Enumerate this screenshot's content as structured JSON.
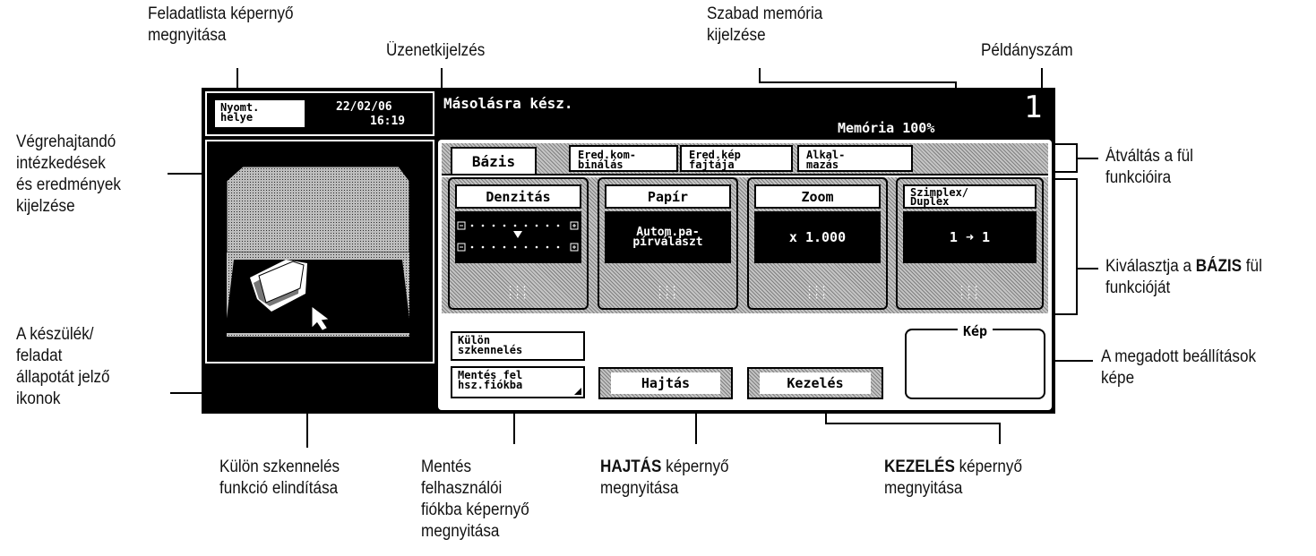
{
  "screen": {
    "print_queue_button": "Nyomt.\nhelye",
    "date": "22/02/06",
    "time": "16:19",
    "message": "Másolásra kész.",
    "memory": "Memória 100%",
    "copies": "1",
    "tabs": [
      {
        "label": "Bázis",
        "active": true
      },
      {
        "label": "Ered.kom-\nbinálás",
        "active": false
      },
      {
        "label": "Ered.kép\nfajtája",
        "active": false
      },
      {
        "label": "Alkal-\nmazás",
        "active": false
      }
    ],
    "cards": [
      {
        "title": "Denzitás",
        "value": ""
      },
      {
        "title": "Papír",
        "value": "Autom.pa-\npírválaszt"
      },
      {
        "title": "Zoom",
        "value": "x 1.000"
      },
      {
        "title": "Szimplex/\nDuplex",
        "value": "1 ➜ 1"
      }
    ],
    "separate_scan_button": "Külön\nszkennelés",
    "save_box_button": "Mentés fel\nhsz.fiókba",
    "finishing_button": "Hajtás",
    "management_button": "Kezelés",
    "image_box_label": "Kép"
  },
  "annotations": {
    "job_list": "Feladatlista képernyő\nmegnyitása",
    "message_display": "Üzenetkijelzés",
    "free_memory": "Szabad memória\nkijelzése",
    "copy_count": "Példányszám",
    "actions_results": "Végrehajtandó\nintézkedések\nés eredmények\nkijelzése",
    "device_status": "A készülék/\nfeladat\nállapotát jelző\nikonok",
    "tab_switch": "Átváltás a fül\nfunkcióira",
    "basic_select_a": "Kiválasztja a ",
    "basic_select_bold": "BÁZIS",
    "basic_select_b": " fül",
    "basic_select_c": "funkcióját",
    "settings_image": "A megadott beállítások\nképe",
    "separate_scan": "Külön szkennelés\nfunkció elindítása",
    "save_box": "Mentés\nfelhasználói\nfiókba képernyő\nmegnyitása",
    "finishing_bold": "HAJTÁS",
    "finishing_rest": " képernyő",
    "finishing_line2": "megnyitása",
    "management_bold": "KEZELÉS",
    "management_rest": " képernyő",
    "management_line2": "megnyitása"
  }
}
